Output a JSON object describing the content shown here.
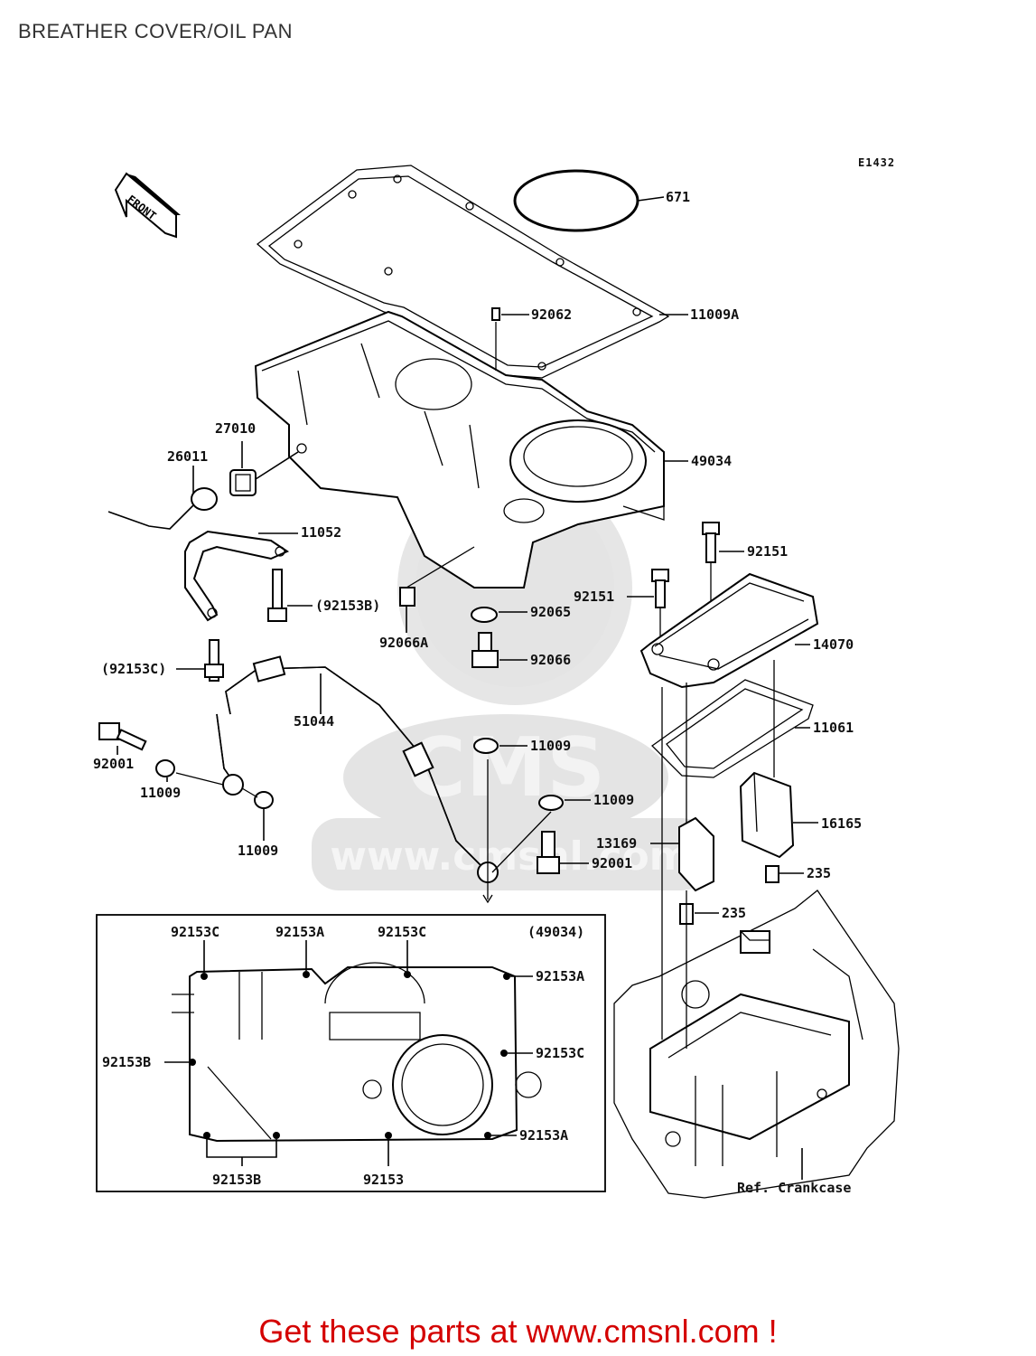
{
  "title": "BREATHER COVER/OIL PAN",
  "diagram_code": "E1432",
  "front_label": "FRONT",
  "callouts": {
    "p671": "671",
    "p11009A": "11009A",
    "p92062": "92062",
    "p27010": "27010",
    "p26011": "26011",
    "p49034": "49034",
    "p11052": "11052",
    "p92151a": "92151",
    "p92151b": "92151",
    "p92153B_paren": "(92153B)",
    "p92066A": "92066A",
    "p92065": "92065",
    "p14070": "14070",
    "p92153C_paren": "(92153C)",
    "p92066": "92066",
    "p51044": "51044",
    "p11061": "11061",
    "p92001a": "92001",
    "p11009a": "11009",
    "p11009b": "11009",
    "p11009c": "11009",
    "p11009d": "11009",
    "p16165": "16165",
    "p13169": "13169",
    "p92001b": "92001",
    "p235a": "235",
    "p235b": "235"
  },
  "inset": {
    "title": "(49034)",
    "labels": {
      "c1": "92153C",
      "a1": "92153A",
      "c2": "92153C",
      "a2": "92153A",
      "b1": "92153B",
      "c3": "92153C",
      "a3": "92153A",
      "b2": "92153B",
      "n1": "92153"
    }
  },
  "ref_crankcase": "Ref. Crankcase",
  "watermark_url": "www.cmsnl.com",
  "footer": "Get these parts at www.cmsnl.com !"
}
